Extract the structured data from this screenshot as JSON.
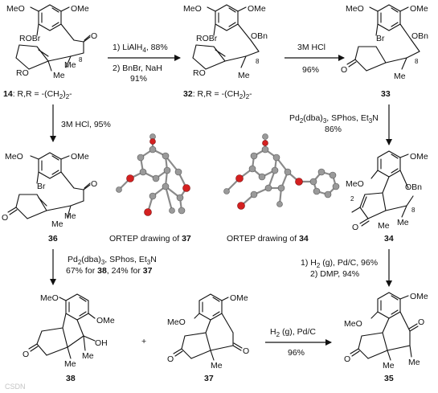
{
  "compounds": {
    "c14": {
      "label": "14",
      "note": ": R,R = -(CH",
      "note_sub": "2",
      "note_end": ")",
      "note_sub2": "2",
      "note_tail": "-",
      "ome_left": "MeO",
      "ome_right": "OMe",
      "br_label": "ROBr",
      "ro_label": "RO",
      "me1": "Me",
      "me2": "Me",
      "ketone_o": "O",
      "locant": "8"
    },
    "c32": {
      "label": "32",
      "note": ": R,R = -(CH",
      "note_sub": "2",
      "note_end": ")",
      "note_sub2": "2",
      "note_tail": "-",
      "ome_left": "MeO",
      "ome_right": "OMe",
      "br_label": "ROBr",
      "ro_label": "RO",
      "me": "Me",
      "obn": "OBn",
      "locant": "8"
    },
    "c33": {
      "label": "33",
      "ome_left": "MeO",
      "ome_right": "OMe",
      "br": "Br",
      "obn": "OBn",
      "ketone_o": "O",
      "me": "Me",
      "locant": "8"
    },
    "c36": {
      "label": "36",
      "ome_left": "MeO",
      "ome_right": "OMe",
      "br": "Br",
      "ketone_o": "O",
      "me1": "Me",
      "me2": "Me"
    },
    "c34": {
      "label": "34",
      "ome_top": "OMe",
      "ome_left": "MeO",
      "obn": "OBn",
      "me1": "Me",
      "me2": "Me",
      "ketone_o": "O",
      "locant2": "2",
      "locant8": "8"
    },
    "c38": {
      "label": "38",
      "ome_left": "MeO",
      "ome_right": "OMe",
      "oh": "OH",
      "me1": "Me",
      "me2": "Me",
      "ketone_o": "O"
    },
    "c37": {
      "label": "37",
      "ome_left": "MeO",
      "ome_right": "OMe",
      "me": "Me",
      "ketone_o1": "O",
      "ketone_o2": "O"
    },
    "c35": {
      "label": "35",
      "ome_left": "MeO",
      "ome_right": "OMe",
      "me1": "Me",
      "me2": "Me",
      "ketone_o1": "O",
      "ketone_o2": "O"
    }
  },
  "arrows": {
    "a1": {
      "line1": "1) LiAlH",
      "line1_sub": "4",
      "line1_end": ", 88%",
      "line2": "2) BnBr, NaH",
      "line3": "91%"
    },
    "a2": {
      "line1": "3M HCl",
      "line2": "96%"
    },
    "a3": {
      "line1": "3M HCl, 95%"
    },
    "a4": {
      "line1": "Pd",
      "sub1": "2",
      "line1b": "(dba)",
      "sub2": "3",
      "line1c": ", SPhos, Et",
      "sub3": "3",
      "line1d": "N",
      "line2": "86%"
    },
    "a5": {
      "line1": "Pd",
      "sub1": "2",
      "line1b": "(dba)",
      "sub2": "3",
      "line1c": ", SPhos, Et",
      "sub3": "3",
      "line1d": "N",
      "line2a": "67% for ",
      "line2b": "38",
      "line2c": ", 24% for ",
      "line2d": "37"
    },
    "a6": {
      "line1a": "1) H",
      "sub1": "2",
      "line1b": " (g), Pd/C, 96%",
      "line2": "2) DMP,  94%"
    },
    "a7": {
      "line1a": "H",
      "sub1": "2",
      "line1b": " (g), Pd/C",
      "line2": "96%"
    }
  },
  "ortep": {
    "o37": {
      "caption": "ORTEP drawing of ",
      "ref": "37"
    },
    "o34": {
      "caption": "ORTEP drawing of ",
      "ref": "34"
    }
  },
  "plus": "+",
  "watermark": "CSDN"
}
